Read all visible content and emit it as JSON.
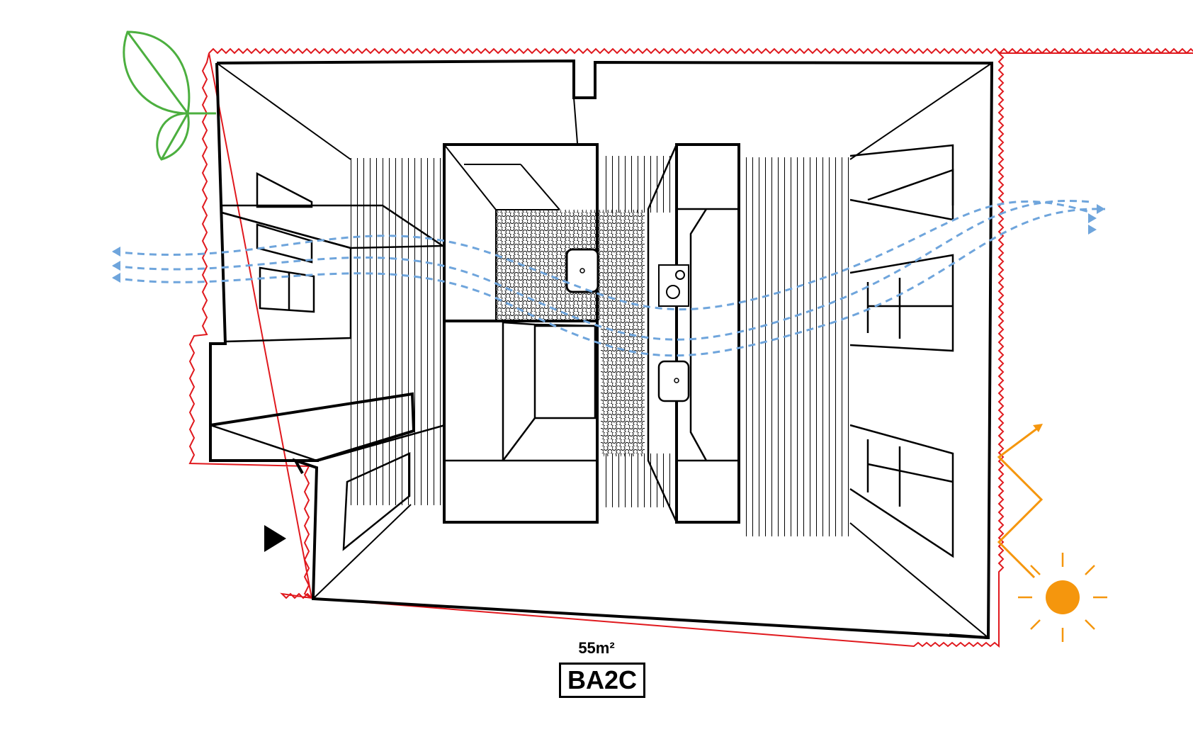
{
  "plan": {
    "area_label": "55m²",
    "unit_code": "BA2C"
  },
  "icons": {
    "greenery": "leaf-icon",
    "sun": "sun-icon",
    "sunlight": "sunlight-zigzag-arrow-icon",
    "entrance": "entrance-arrow-icon",
    "ventilation": "cross-ventilation-arrows"
  },
  "colors": {
    "boundary": "#e0191e",
    "airflow": "#6fa5dc",
    "sun": "#f5960d",
    "leaf": "#4caf3f",
    "linework": "#000000"
  }
}
